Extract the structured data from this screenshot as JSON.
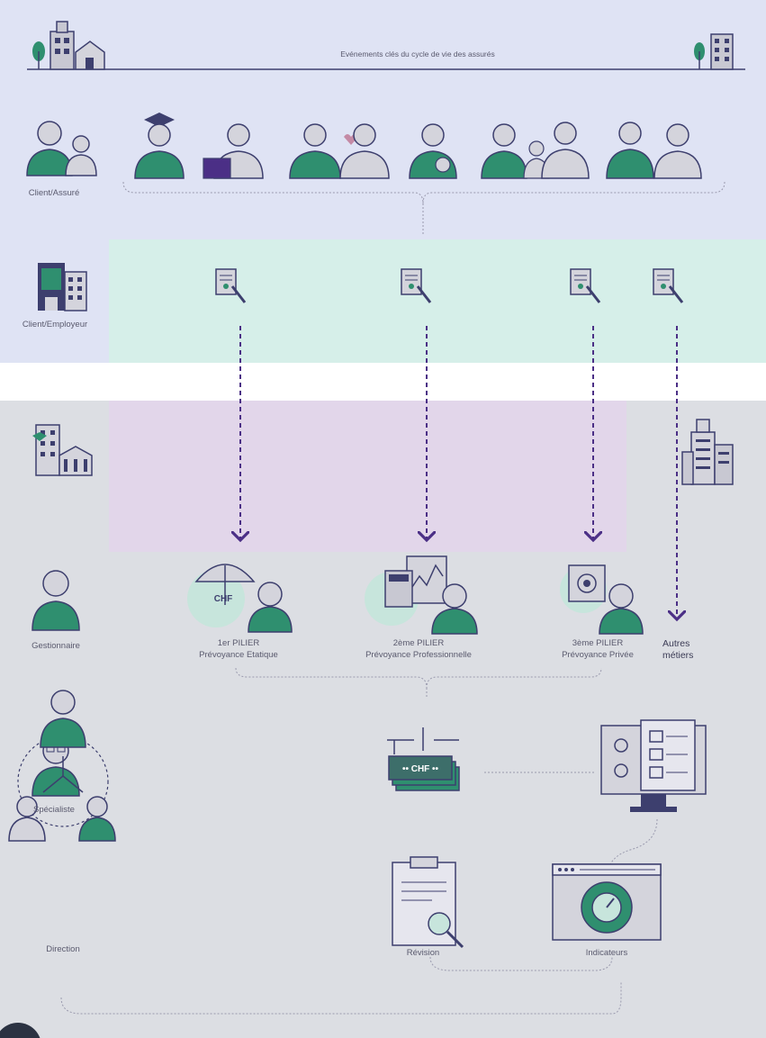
{
  "timeline_title": "Evénements clés du cycle de vie des assurés",
  "roles": {
    "client_assure": "Client/Assuré",
    "client_employeur": "Client/Employeur",
    "gestionnaire": "Gestionnaire",
    "specialiste": "Spécialiste",
    "direction": "Direction"
  },
  "pillars": [
    {
      "title": "1er PILIER",
      "subtitle": "Prévoyance Etatique",
      "badge": "CHF"
    },
    {
      "title": "2ème PILIER",
      "subtitle": "Prévoyance Professionnelle"
    },
    {
      "title": "3ème PILIER",
      "subtitle": "Prévoyance Privée"
    }
  ],
  "other": {
    "line1": "Autres",
    "line2": "métiers"
  },
  "money_label": "•• CHF ••",
  "outputs": {
    "revision": "Révision",
    "indicateurs": "Indicateurs"
  },
  "colors": {
    "navy": "#3d3f6e",
    "purple": "#4b2f86",
    "teal": "#2f8f6f",
    "light_blue_bg": "#dfe3f4",
    "mint_bg": "#d6efe9",
    "lavender_bg": "#e2d6ea",
    "grey_bg": "#dcdee3"
  }
}
